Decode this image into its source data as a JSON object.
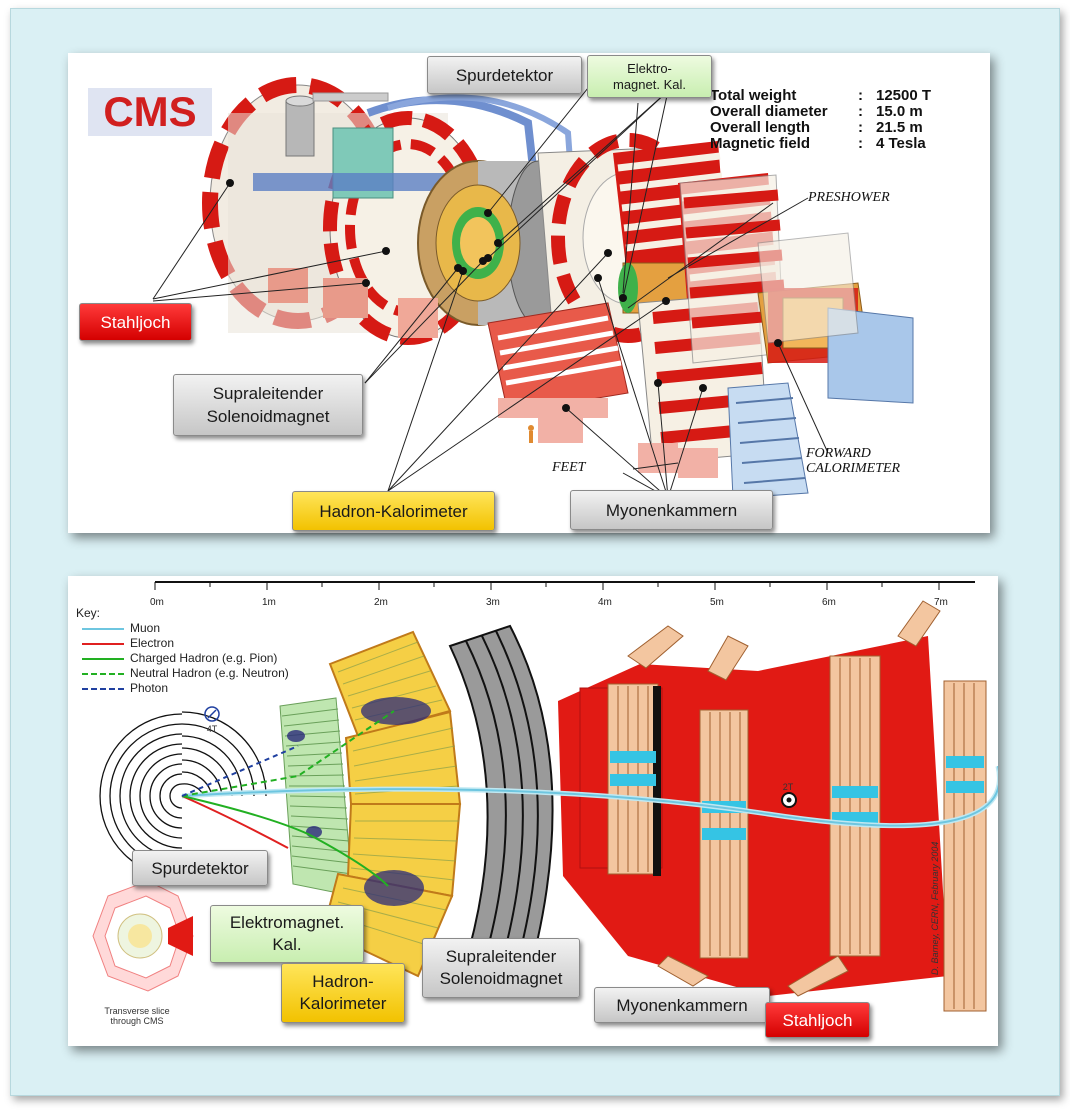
{
  "top_panel": {
    "logo": "CMS",
    "specs": [
      {
        "key": "Total  weight",
        "value": "12500  T"
      },
      {
        "key": "Overall  diameter",
        "value": "15.0  m"
      },
      {
        "key": "Overall  length",
        "value": "21.5  m"
      },
      {
        "key": "Magnetic  field",
        "value": "4  Tesla"
      }
    ],
    "annotations": {
      "preshower": "PRESHOWER",
      "feet": "FEET",
      "forward_cal_1": "FORWARD",
      "forward_cal_2": "CALORIMETER"
    },
    "labels": {
      "spurdetektor": "Spurdetektor",
      "ecal": "Elektro-\nmagnet. Kal.",
      "stahljoch": "Stahljoch",
      "solenoid": "Supraleitender\nSolenoidmagnet",
      "hcal": "Hadron-Kalorimeter",
      "myonen": "Myonenkammern"
    }
  },
  "bottom_panel": {
    "scale_ticks": [
      "0m",
      "1m",
      "2m",
      "3m",
      "4m",
      "5m",
      "6m",
      "7m"
    ],
    "key_title": "Key:",
    "key": [
      {
        "label": "Muon",
        "color": "#6ec6e0",
        "style": "solid"
      },
      {
        "label": "Electron",
        "color": "#e02020",
        "style": "solid"
      },
      {
        "label": "Charged Hadron (e.g. Pion)",
        "color": "#22b022",
        "style": "solid"
      },
      {
        "label": "Neutral Hadron (e.g. Neutron)",
        "color": "#22b022",
        "style": "dashed"
      },
      {
        "label": "Photon",
        "color": "#2040a0",
        "style": "dashed"
      }
    ],
    "field_4t": "4T",
    "field_2t": "2T",
    "inset_caption": "Transverse slice\nthrough CMS",
    "credit": "D. Barney, CERN, February 2004",
    "labels": {
      "spurdetektor": "Spurdetektor",
      "ecal": "Elektromagnet.\nKal.",
      "hcal": "Hadron-\nKalorimeter",
      "solenoid": "Supraleitender\nSolenoidmagnet",
      "myonen": "Myonenkammern",
      "stahljoch": "Stahljoch"
    }
  },
  "colors": {
    "yoke_red": "#e11a14",
    "calorimeter_yellow": "#f5cf45",
    "tracker_green": "#bfe6b0",
    "muon_chamber_cyan": "#35c4e4",
    "frame_bg": "#daf0f4"
  }
}
